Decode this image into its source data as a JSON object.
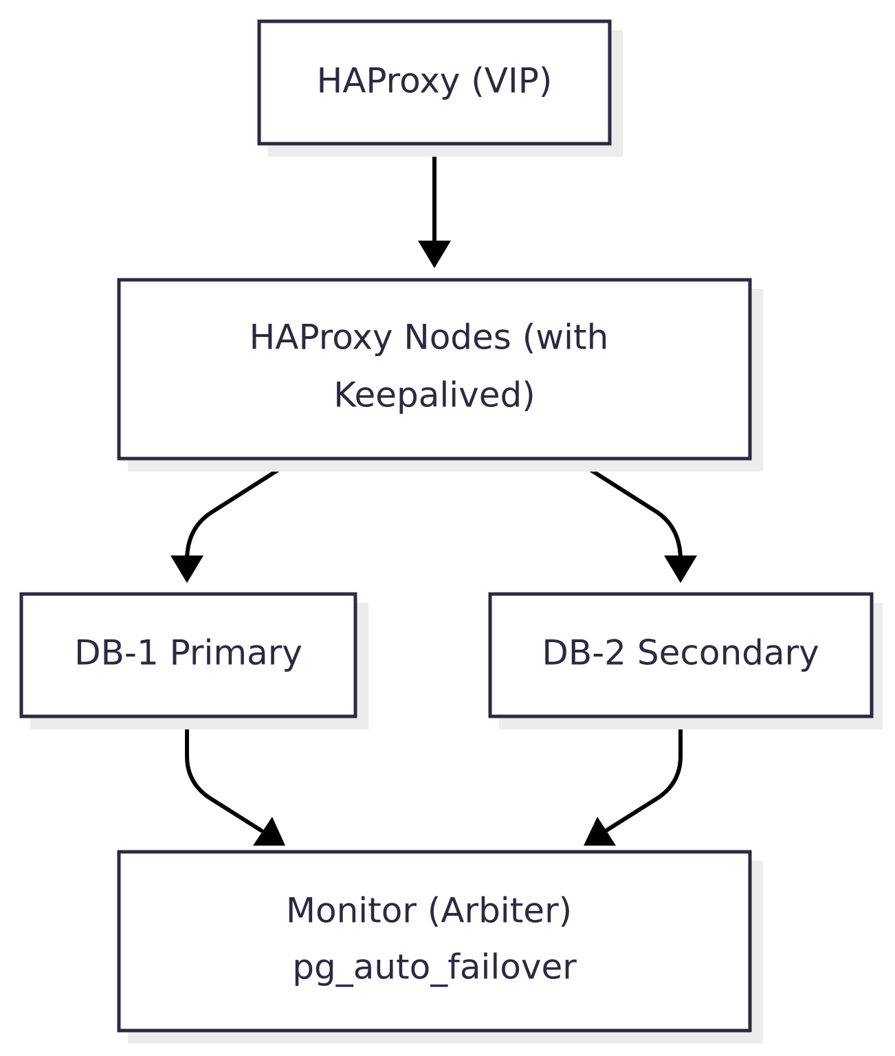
{
  "diagram": {
    "colors": {
      "node_border": "#2a2a40",
      "node_text": "#2a2a40",
      "node_fill": "#ffffff",
      "node_shadow": "#ececec",
      "edge": "#000000"
    },
    "nodes": [
      {
        "id": "haproxy-vip",
        "lines": [
          "HAProxy (VIP)"
        ]
      },
      {
        "id": "haproxy-nodes",
        "lines": [
          "HAProxy Nodes (with",
          "Keepalived)"
        ]
      },
      {
        "id": "db1",
        "lines": [
          "DB-1 Primary"
        ]
      },
      {
        "id": "db2",
        "lines": [
          "DB-2 Secondary"
        ]
      },
      {
        "id": "monitor",
        "lines": [
          "Monitor (Arbiter)",
          "pg_auto_failover"
        ]
      }
    ],
    "edges": [
      {
        "from": "haproxy-vip",
        "to": "haproxy-nodes"
      },
      {
        "from": "haproxy-nodes",
        "to": "db1"
      },
      {
        "from": "haproxy-nodes",
        "to": "db2"
      },
      {
        "from": "db1",
        "to": "monitor"
      },
      {
        "from": "db2",
        "to": "monitor"
      }
    ]
  }
}
